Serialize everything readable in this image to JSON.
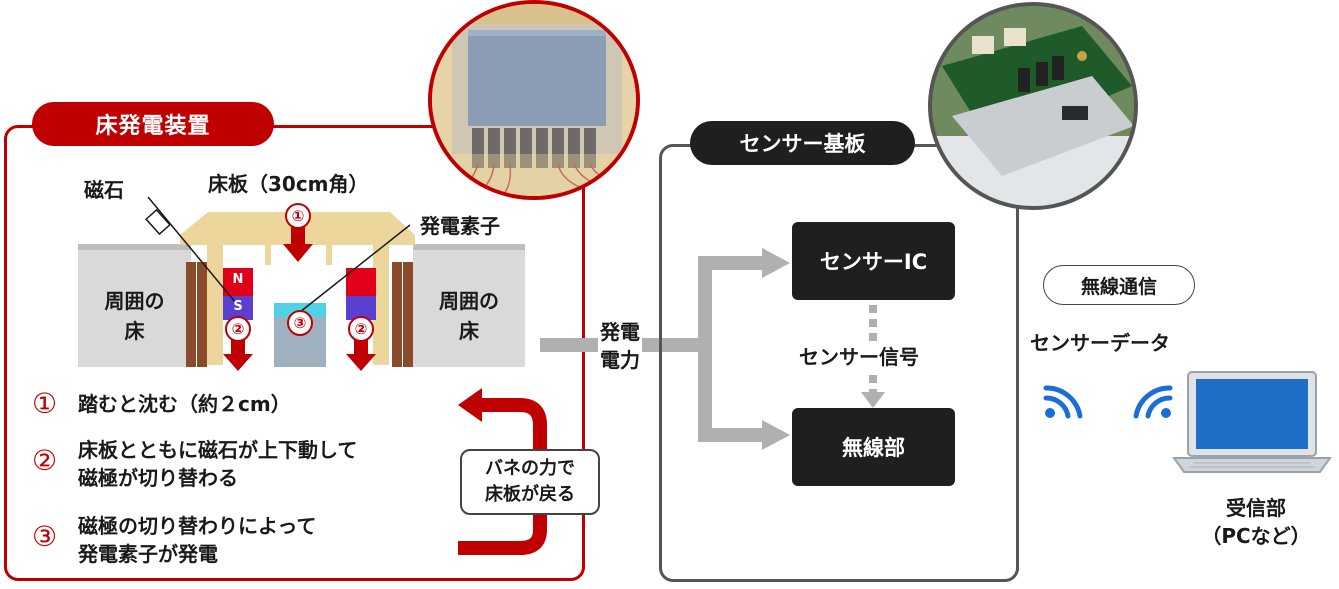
{
  "colors": {
    "accent_red": "#c00000",
    "panel_gray": "#555555",
    "dark_box": "#1f1f1f",
    "arrow_gray": "#b0b0b0",
    "floor_gray": "#d9d9d9",
    "board_wood": "#ecd69b",
    "magnet_red": "#e0001a",
    "magnet_purple": "#5a3fd0",
    "element_cyan": "#4fd2e6",
    "wifi_blue": "#1a6fd6"
  },
  "left_panel": {
    "title": "床発電装置",
    "magnet_label": "磁石",
    "floor_board_label": "床板（30cm角）",
    "generator_label": "発電素子",
    "surrounding_floor_left": "周囲の\n床",
    "surrounding_floor_right": "周囲の\n床",
    "magnet_n": "N",
    "magnet_s": "S",
    "markers": [
      "①",
      "②",
      "③"
    ],
    "steps": [
      {
        "num": "①",
        "text": "踏むと沈む（約２cm）"
      },
      {
        "num": "②",
        "text": "床板とともに磁石が上下動して\n磁極が切り替わる"
      },
      {
        "num": "③",
        "text": "磁極の切り替わりによって\n発電素子が発電"
      }
    ],
    "spring_note": "バネの力で\n床板が戻る"
  },
  "flow": {
    "power_label": "発電\n電力"
  },
  "right_panel": {
    "title": "センサー基板",
    "sensor_ic": "センサーIC",
    "signal_label": "センサー信号",
    "wireless_unit": "無線部"
  },
  "wireless": {
    "badge": "無線通信",
    "data_label": "センサーデータ",
    "receiver_label": "受信部\n（PCなど）"
  }
}
